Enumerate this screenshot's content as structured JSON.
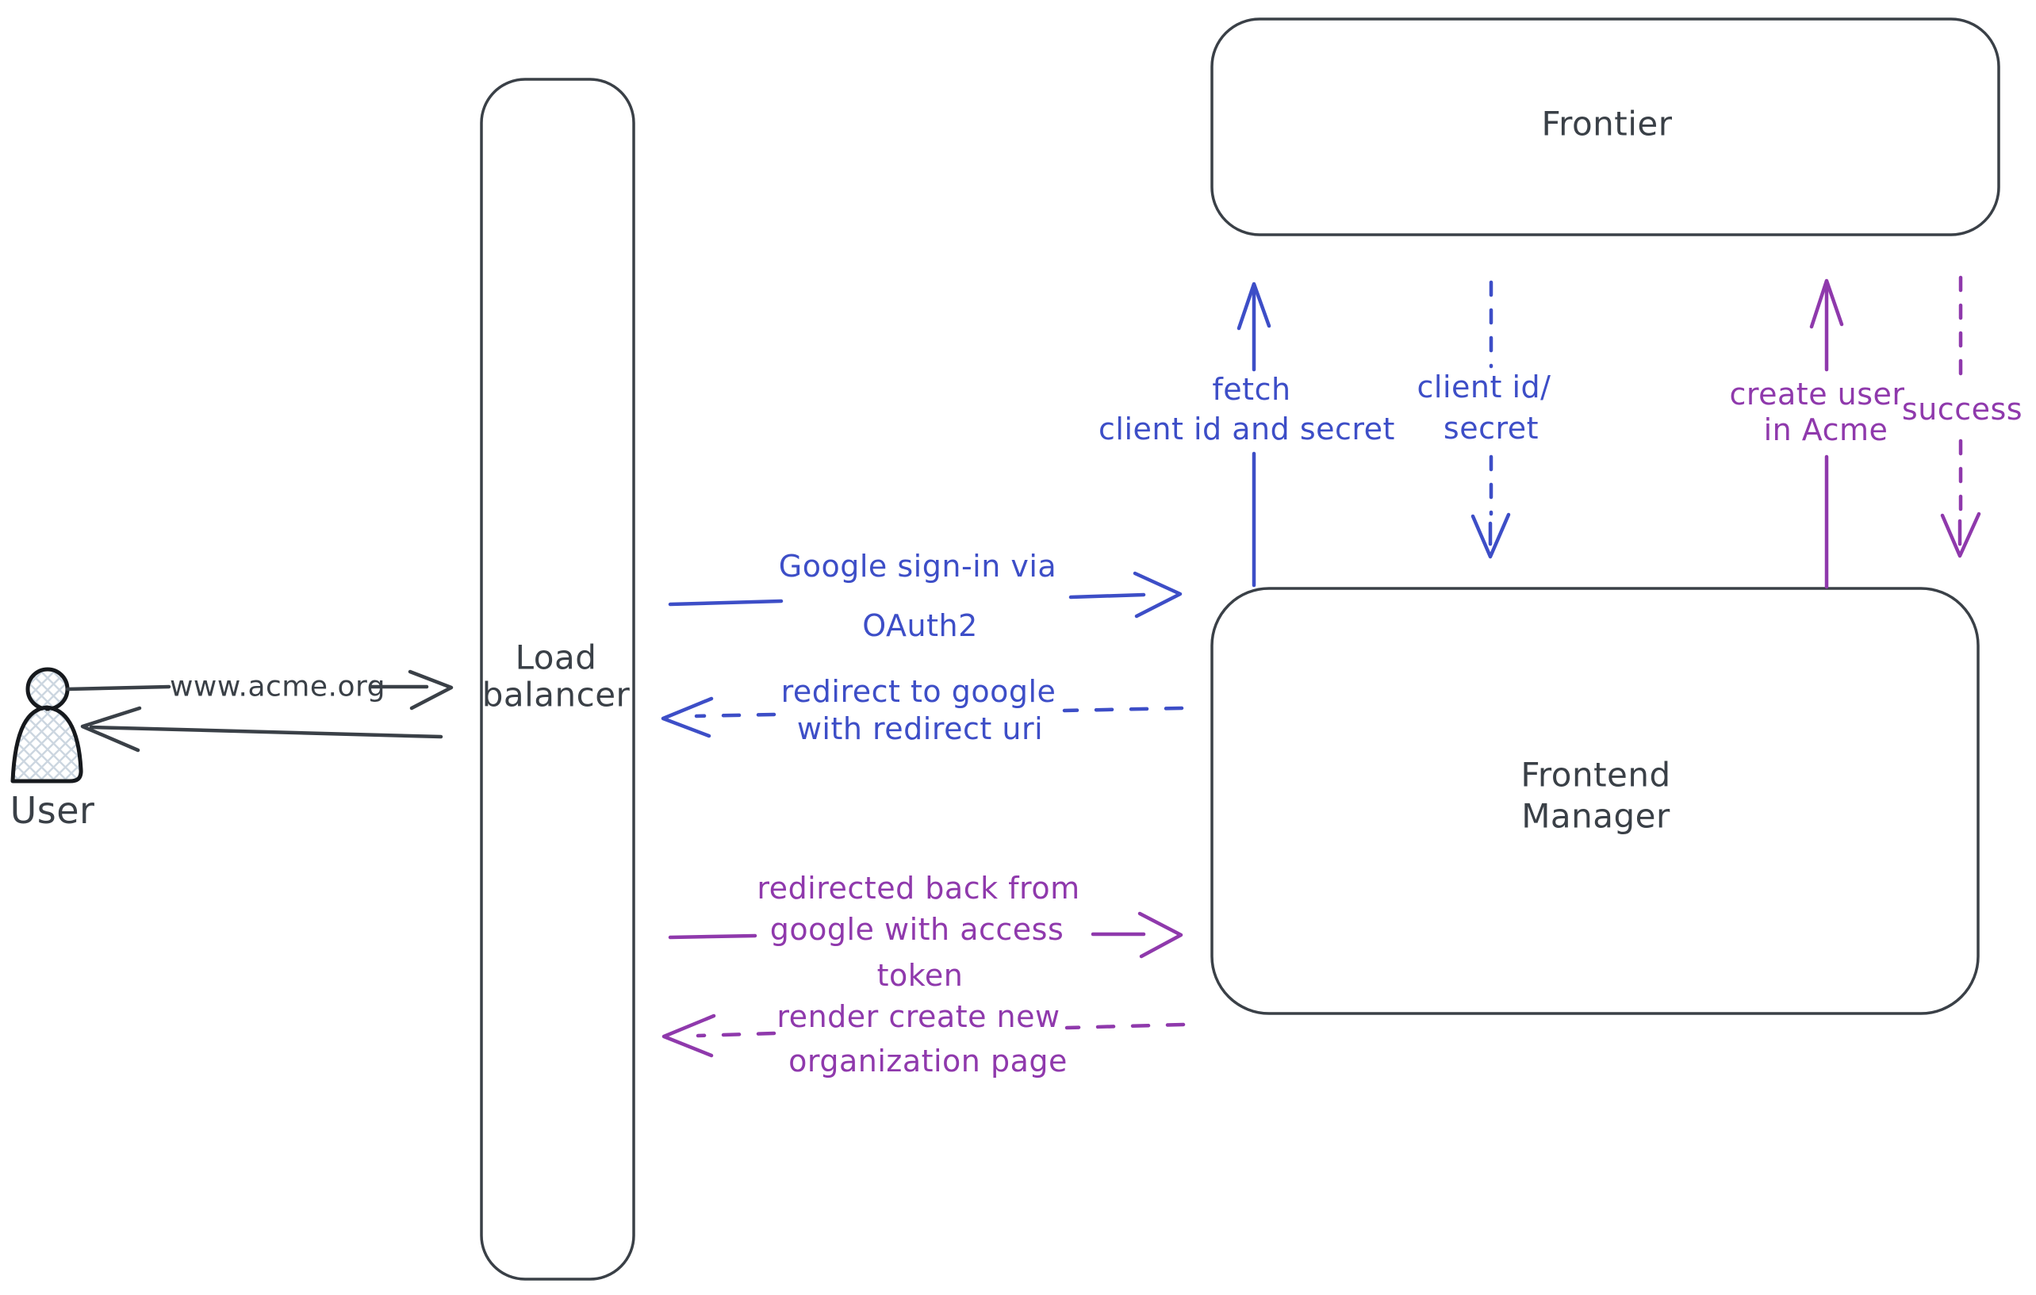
{
  "colors": {
    "ink": "#3a4047",
    "blue": "#3d4ec7",
    "purple": "#8f39ac",
    "figure_outline": "#16191d",
    "hatch": "#ccd6e0",
    "background": "#ffffff"
  },
  "nodes": {
    "user": {
      "label": "User"
    },
    "load_balancer": {
      "line1": "Load",
      "line2": "balancer"
    },
    "frontier": {
      "label": "Frontier"
    },
    "frontend_manager": {
      "line1": "Frontend",
      "line2": "Manager"
    }
  },
  "edges": {
    "www_acme": {
      "label": "www.acme.org",
      "style": "solid"
    },
    "google_signin": {
      "line1": "Google sign-in via",
      "line2": "OAuth2",
      "style": "solid"
    },
    "redirect_google": {
      "line1": "redirect to google",
      "line2": "with redirect uri",
      "style": "dashed"
    },
    "redirected_back": {
      "line1": "redirected back from",
      "line2": "google with access",
      "line3": "token",
      "style": "solid"
    },
    "render_org_page": {
      "line1": "render create new",
      "line2": "organization page",
      "style": "dashed"
    },
    "fetch_secret": {
      "line1": "fetch",
      "line2": "client id and secret",
      "style": "solid"
    },
    "client_id_secret": {
      "line1": "client id/",
      "line2": "secret",
      "style": "dashed"
    },
    "create_user": {
      "line1": "create user",
      "line2": "in Acme",
      "style": "solid"
    },
    "success": {
      "label": "success",
      "style": "dashed"
    }
  }
}
